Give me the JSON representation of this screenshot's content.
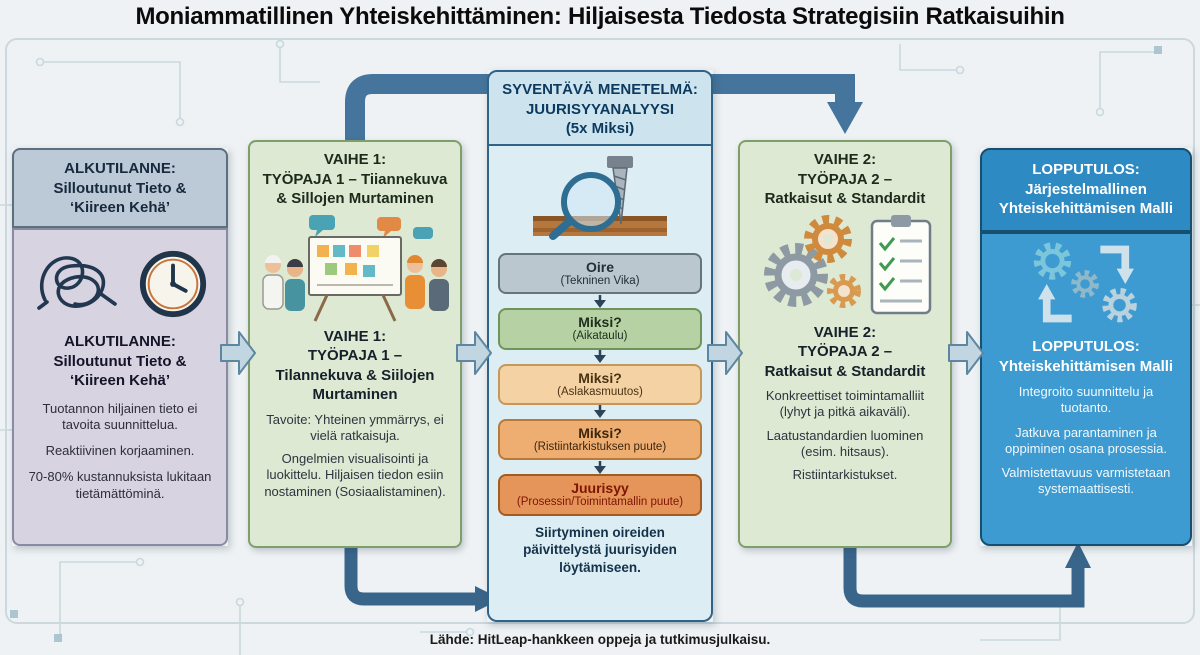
{
  "page": {
    "title": "Moniammatillinen Yhteiskehittäminen: Hiljaisesta Tiedosta Strategisiin Ratkaisuihin",
    "footer": "Lähde: HitLeap-hankkeen oppeja ja tutkimusjulkaisu."
  },
  "start": {
    "header": "ALKUTILANNE:\nSilloutunut Tieto &\n‘Kiireen Kehä’",
    "title": "ALKUTILANNE:\nSilloutunut Tieto &\n‘Kiireen Kehä’",
    "icons": [
      "tangled-knot-icon",
      "clock-icon"
    ],
    "points": [
      "Tuotannon hiljainen tieto ei tavoita suunnittelua.",
      "Reaktiivinen korjaaminen.",
      "70-80% kustannuksista lukitaan tietämättöminä."
    ]
  },
  "phase1": {
    "header": "VAIHE 1:\nTYÖPAJA 1 – Tiiannekuva\n& Sillojen Murtaminen",
    "title": "VAIHE 1:\nTYÖPAJA 1 –\nTilannekuva & Siilojen\nMurtaminen",
    "icon": "workshop-whiteboard-illustration",
    "points": [
      "Tavoite: Yhteinen ymmärrys, ei vielä ratkaisuja.",
      "Ongelmien visualisointi ja luokittelu. Hiljaisen tiedon esiin nostaminen (Sosiaalistaminen)."
    ]
  },
  "analysis": {
    "header": "SYVENTÄVÄ MENETELMÄ:\nJUURISYYANALYYSI\n(5x Miksi)",
    "icon": "magnifier-drill-icon",
    "steps": [
      {
        "label": "Oire",
        "detail": "(Tekninen Vika)",
        "bg": "#bac7ce",
        "border": "#65747e",
        "color": "#232f38"
      },
      {
        "label": "Miksi?",
        "detail": "(Aikataulu)",
        "bg": "#b6d2a5",
        "border": "#6f9459",
        "color": "#1f2d1c"
      },
      {
        "label": "Miksi?",
        "detail": "(Aslakasmuutos)",
        "bg": "#f4d2a4",
        "border": "#c69759",
        "color": "#4a3312"
      },
      {
        "label": "Miksi?",
        "detail": "(Ristiintarkistuksen puute)",
        "bg": "#eeae72",
        "border": "#b97a39",
        "color": "#3d250c"
      },
      {
        "label": "Juurisyy",
        "detail": "(Prosessin/Toimintamallin puute)",
        "bg": "#e5955a",
        "border": "#a35c20",
        "color": "#7e1504"
      }
    ],
    "note": "Siirtyminen oireiden päivittelystä juurisyiden löytämiseen."
  },
  "phase2": {
    "header": "VAIHE 2:\nTYÖPAJA 2 –\nRatkaisut & Standardit",
    "title": "VAIHE 2:\nTYÖPAJA 2 –\nRatkaisut & Standardit",
    "icons": [
      "gears-icon",
      "checklist-clipboard-icon"
    ],
    "points": [
      "Konkreettiset toimintamalliit (lyhyt ja pitkä aikaväli).",
      "Laatustandardien luominen (esim. hitsaus).",
      "Ristiintarkistukset."
    ]
  },
  "result": {
    "header": "LOPPUTULOS:\nJärjestelmallinen\nYhteiskehittämisen Malli",
    "title": "LOPPUTULOS:\nYhteiskehittämisen Malli",
    "icon": "gear-cycle-icon",
    "points": [
      "Integroito suunnittelu ja tuotanto.",
      "Jatkuva parantaminen ja oppiminen osana prosessia.",
      "Valmistettavuus varmistetaan systemaattisesti."
    ],
    "colors": {
      "header_bg": "#2e8ac2",
      "body_bg": "#3d9bd1",
      "border": "#174f70"
    }
  }
}
